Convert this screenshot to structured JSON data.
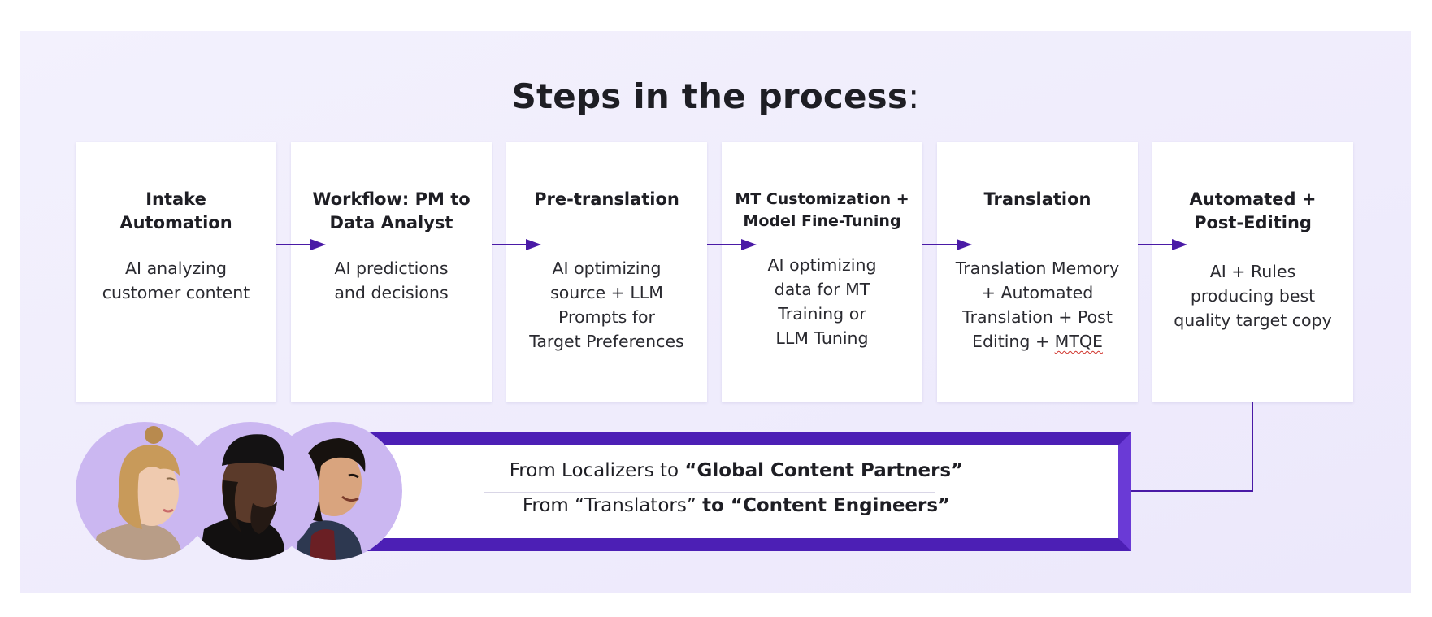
{
  "title": {
    "main": "Steps in the process",
    "suffix": ":"
  },
  "steps": [
    {
      "title_lines": [
        "Intake",
        "Automation"
      ],
      "desc_lines": [
        "AI analyzing",
        "customer content"
      ]
    },
    {
      "title_lines": [
        "Workflow: PM to",
        "Data Analyst"
      ],
      "desc_lines": [
        "AI predictions",
        "and decisions"
      ]
    },
    {
      "title_lines": [
        "Pre-translation"
      ],
      "desc_lines": [
        "AI optimizing",
        "source + LLM",
        "Prompts for",
        "Target Preferences"
      ]
    },
    {
      "title_lines": [
        "MT Customization +",
        "Model Fine-Tuning"
      ],
      "desc_lines": [
        "AI optimizing",
        "data for MT",
        "Training or",
        "LLM Tuning"
      ]
    },
    {
      "title_lines": [
        "Translation"
      ],
      "desc_lines": [
        "Translation Memory",
        "+ Automated",
        "Translation + Post",
        "Editing + "
      ],
      "desc_underlined": "MTQE"
    },
    {
      "title_lines": [
        "Automated +",
        "Post-Editing"
      ],
      "desc_lines": [
        "AI + Rules",
        "producing  best",
        "quality target copy"
      ]
    }
  ],
  "banner": {
    "line1_plain": "From Localizers to ",
    "line1_bold": "“Global Content Partners”",
    "line2_plain": "From “Translators” ",
    "line2_bold": "to “Content Engineers”"
  },
  "colors": {
    "accent": "#4c1fb5",
    "arrow": "#4a1aa6",
    "avatar_bg": "#cbb7f1",
    "background": "#f0eefc"
  },
  "icons": {
    "avatars": [
      "person-blonde-avatar",
      "person-beanie-avatar",
      "person-dark-hair-avatar"
    ],
    "arrows": "right-arrow-icon"
  }
}
